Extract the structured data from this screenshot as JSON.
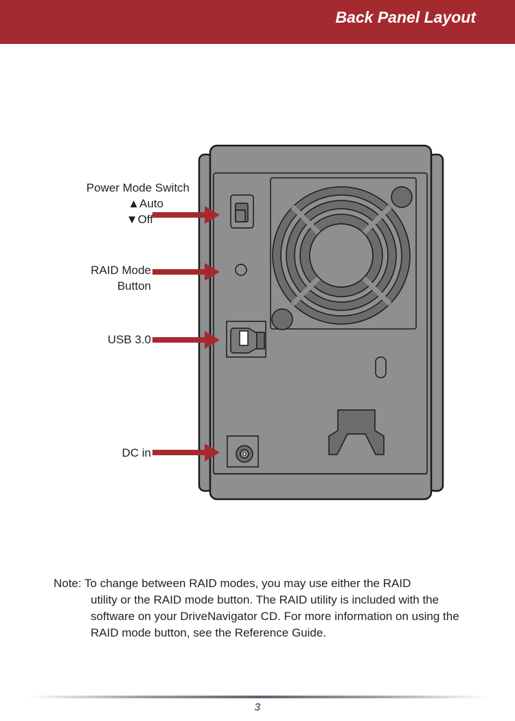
{
  "header": {
    "title": "Back Panel Layout"
  },
  "labels": {
    "power_mode_switch": "Power Mode Switch",
    "auto": "▲Auto",
    "off": "▼Off",
    "raid_mode_line1": "RAID Mode",
    "raid_mode_line2": "Button",
    "usb": "USB 3.0",
    "dc_in": "DC in"
  },
  "note": {
    "first": "Note: To change between RAID modes, you may use either the RAID",
    "rest": "utility or the RAID mode button.  The RAID utility is included with the software on your DriveNavigator CD.  For more information on using the RAID mode button, see the Reference Guide."
  },
  "footer": {
    "page_number": "3"
  },
  "colors": {
    "accent": "#a52a30",
    "device": "#8e8f91",
    "device_dark": "#6b6c6e"
  }
}
